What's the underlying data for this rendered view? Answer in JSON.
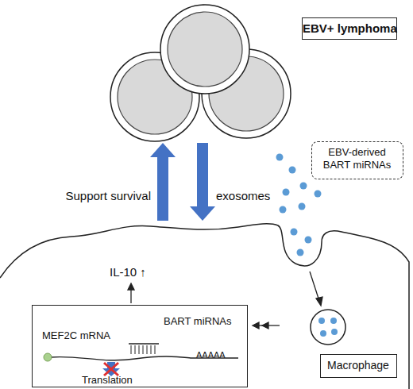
{
  "diagram": {
    "nodes": [
      {
        "text": [
          "EBV+ lymphoma"
        ]
      },
      {
        "text": [
          "EBV-derived BART miRNAs"
        ]
      },
      {
        "text": [
          "IL-10 ↑"
        ]
      },
      {
        "text": [
          "Macrophage"
        ],
        "in": 2
      },
      {
        "text": [
          "MEF2C mRNA",
          "BART miRNAs",
          "Translation"
        ],
        "in": 2
      }
    ],
    "edges": [
      {
        "from": 2,
        "to": 0,
        "arrow": "to",
        "label": "Support survival"
      },
      {
        "from": 0,
        "to": 2,
        "arrow": "to",
        "label": "exosomes"
      }
    ],
    "labels": [
      "AAAAA"
    ]
  }
}
